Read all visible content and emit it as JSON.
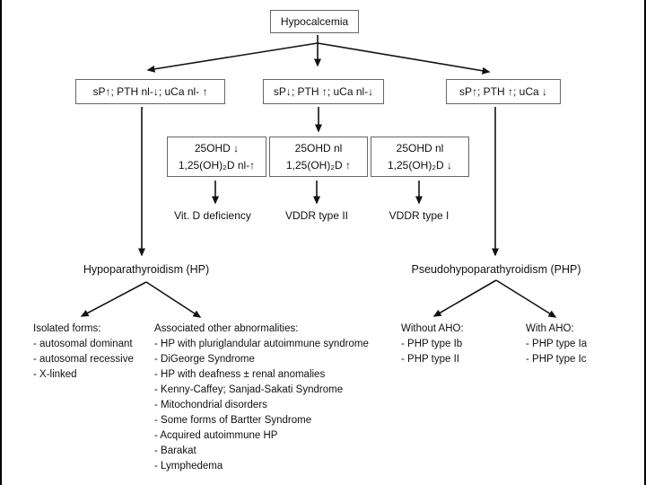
{
  "title": "Hypocalcemia",
  "level2": [
    {
      "label": "sP↑; PTH nl-↓; uCa nl- ↑"
    },
    {
      "label": "sP↓; PTH ↑; uCa nl-↓"
    },
    {
      "label": "sP↑; PTH ↑; uCa ↓"
    }
  ],
  "vitd": [
    {
      "line1": "25OHD ↓",
      "line2": "1,25(OH)₂D nl-↑",
      "result": "Vit. D deficiency"
    },
    {
      "line1": "25OHD nl",
      "line2": "1,25(OH)₂D ↑",
      "result": "VDDR type II"
    },
    {
      "line1": "25OHD nl",
      "line2": "1,25(OH)₂D ↓",
      "result": "VDDR type I"
    }
  ],
  "hp": {
    "label": "Hypoparathyroidism (HP)",
    "groups": [
      {
        "header": "Isolated forms:",
        "items": [
          "- autosomal dominant",
          "- autosomal recessive",
          "- X-linked"
        ]
      },
      {
        "header": "Associated other abnormalities:",
        "items": [
          "- HP with pluriglandular autoimmune syndrome",
          "- DiGeorge Syndrome",
          "- HP with deafness ± renal anomalies",
          "- Kenny-Caffey; Sanjad-Sakati Syndrome",
          "- Mitochondrial disorders",
          "- Some forms of Bartter Syndrome",
          "- Acquired autoimmune HP",
          "- Barakat",
          "- Lymphedema"
        ]
      }
    ]
  },
  "php": {
    "label": "Pseudohypoparathyroidism (PHP)",
    "groups": [
      {
        "header": "Without AHO:",
        "items": [
          "- PHP type Ib",
          "- PHP type II"
        ]
      },
      {
        "header": "With AHO:",
        "items": [
          "- PHP type Ia",
          "- PHP type Ic"
        ]
      }
    ]
  }
}
